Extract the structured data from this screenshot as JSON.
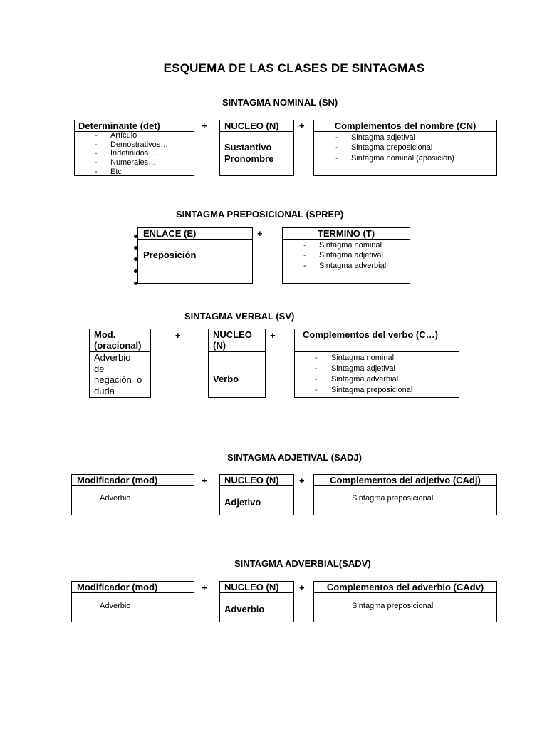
{
  "title": "ESQUEMA DE LAS CLASES DE SINTAGMAS",
  "plus": "+",
  "dash": "-",
  "sn": {
    "heading": "SINTAGMA NOMINAL (SN)",
    "det": {
      "header": "Determinante (det)",
      "items": [
        "Artículo",
        "Demostrativos…",
        "Indefinidos….",
        "Numerales…",
        "Etc."
      ]
    },
    "nucleo": {
      "header": "NUCLEO (N)",
      "body": [
        "Sustantivo",
        "Pronombre"
      ]
    },
    "cn": {
      "header": "Complementos del nombre (CN)",
      "items": [
        "Sintagma adjetival",
        "Sintagma preposicional",
        "Sintagma nominal (aposición)"
      ]
    }
  },
  "sprep": {
    "heading": "SINTAGMA PREPOSICIONAL (SPREP)",
    "enlace": {
      "header": "ENLACE (E)",
      "body": "Preposición"
    },
    "termino": {
      "header": "TERMINO (T)",
      "items": [
        "Sintagma  nominal",
        "Sintagma adjetival",
        "Sintagma adverbial"
      ]
    }
  },
  "sv": {
    "heading": "SINTAGMA VERBAL (SV)",
    "mod": {
      "header": [
        "Mod.",
        "(oracional)"
      ],
      "body": [
        "Adverbio",
        "de",
        "negación  o",
        "duda"
      ]
    },
    "nucleo": {
      "header": [
        "NUCLEO",
        "(N)"
      ],
      "body": "Verbo"
    },
    "cv": {
      "header": "Complementos del verbo (C…)",
      "items": [
        "Sintagma  nominal",
        "Sintagma adjetival",
        "Sintagma adverbial",
        "Sintagma preposicional"
      ]
    }
  },
  "sadj": {
    "heading": "SINTAGMA ADJETIVAL (SADJ)",
    "mod": {
      "header": "Modificador (mod)",
      "body": "Adverbio"
    },
    "nucleo": {
      "header": "NUCLEO (N)",
      "body": "Adjetivo"
    },
    "cadj": {
      "header": "Complementos del adjetivo (CAdj)",
      "body": "Sintagma preposicional"
    }
  },
  "sadv": {
    "heading": "SINTAGMA ADVERBIAL(SADV)",
    "mod": {
      "header": "Modificador (mod)",
      "body": "Adverbio"
    },
    "nucleo": {
      "header": "NUCLEO (N)",
      "body": "Adverbio"
    },
    "cadv": {
      "header": "Complementos del adverbio (CAdv)",
      "body": "Sintagma preposicional"
    }
  }
}
